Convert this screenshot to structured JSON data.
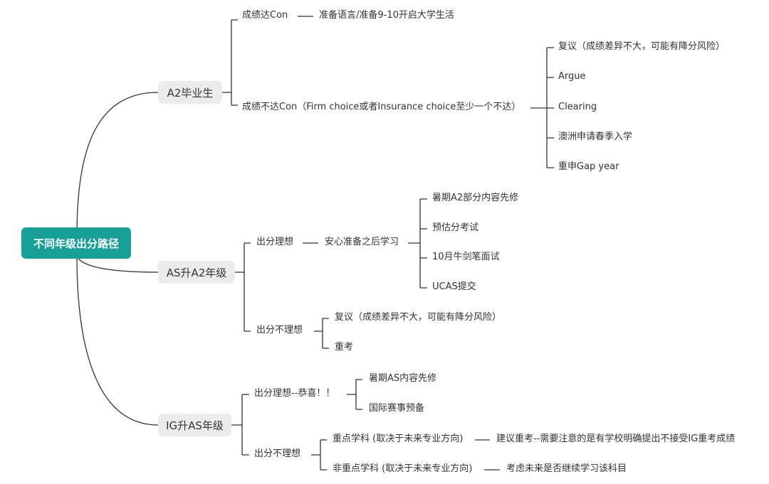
{
  "root": "不同年级出分路径",
  "branches": {
    "a2": {
      "label": "A2毕业生",
      "ok": {
        "label": "成绩达Con",
        "result": "准备语言/准备9-10开启大学生活"
      },
      "fail": {
        "label": "成绩不达Con（Firm choice或者Insurance choice至少一个不达）",
        "options": [
          "复议（成绩差异不大，可能有降分风险）",
          "Argue",
          "Clearing",
          "澳洲申请春季入学",
          "重申Gap year"
        ]
      }
    },
    "as": {
      "label": "AS升A2年级",
      "good": {
        "label": "出分理想",
        "next": "安心准备之后学习",
        "items": [
          "暑期A2部分内容先修",
          "预估分考试",
          "10月牛剑笔面试",
          "UCAS提交"
        ]
      },
      "bad": {
        "label": "出分不理想",
        "items": [
          "复议（成绩差异不大，可能有降分风险）",
          "重考"
        ]
      }
    },
    "ig": {
      "label": "IG升AS年级",
      "good": {
        "label": "出分理想--恭喜！！",
        "items": [
          "暑期AS内容先修",
          "国际赛事预备"
        ]
      },
      "bad": {
        "label": "出分不理想",
        "key": {
          "label": "重点学科 (取决于未来专业方向)",
          "advice": "建议重考--需要注意的是有学校明确提出不接受IG重考成绩"
        },
        "nonkey": {
          "label": "非重点学科 (取决于未来专业方向)",
          "advice": "考虑未来是否继续学习该科目"
        }
      }
    }
  }
}
